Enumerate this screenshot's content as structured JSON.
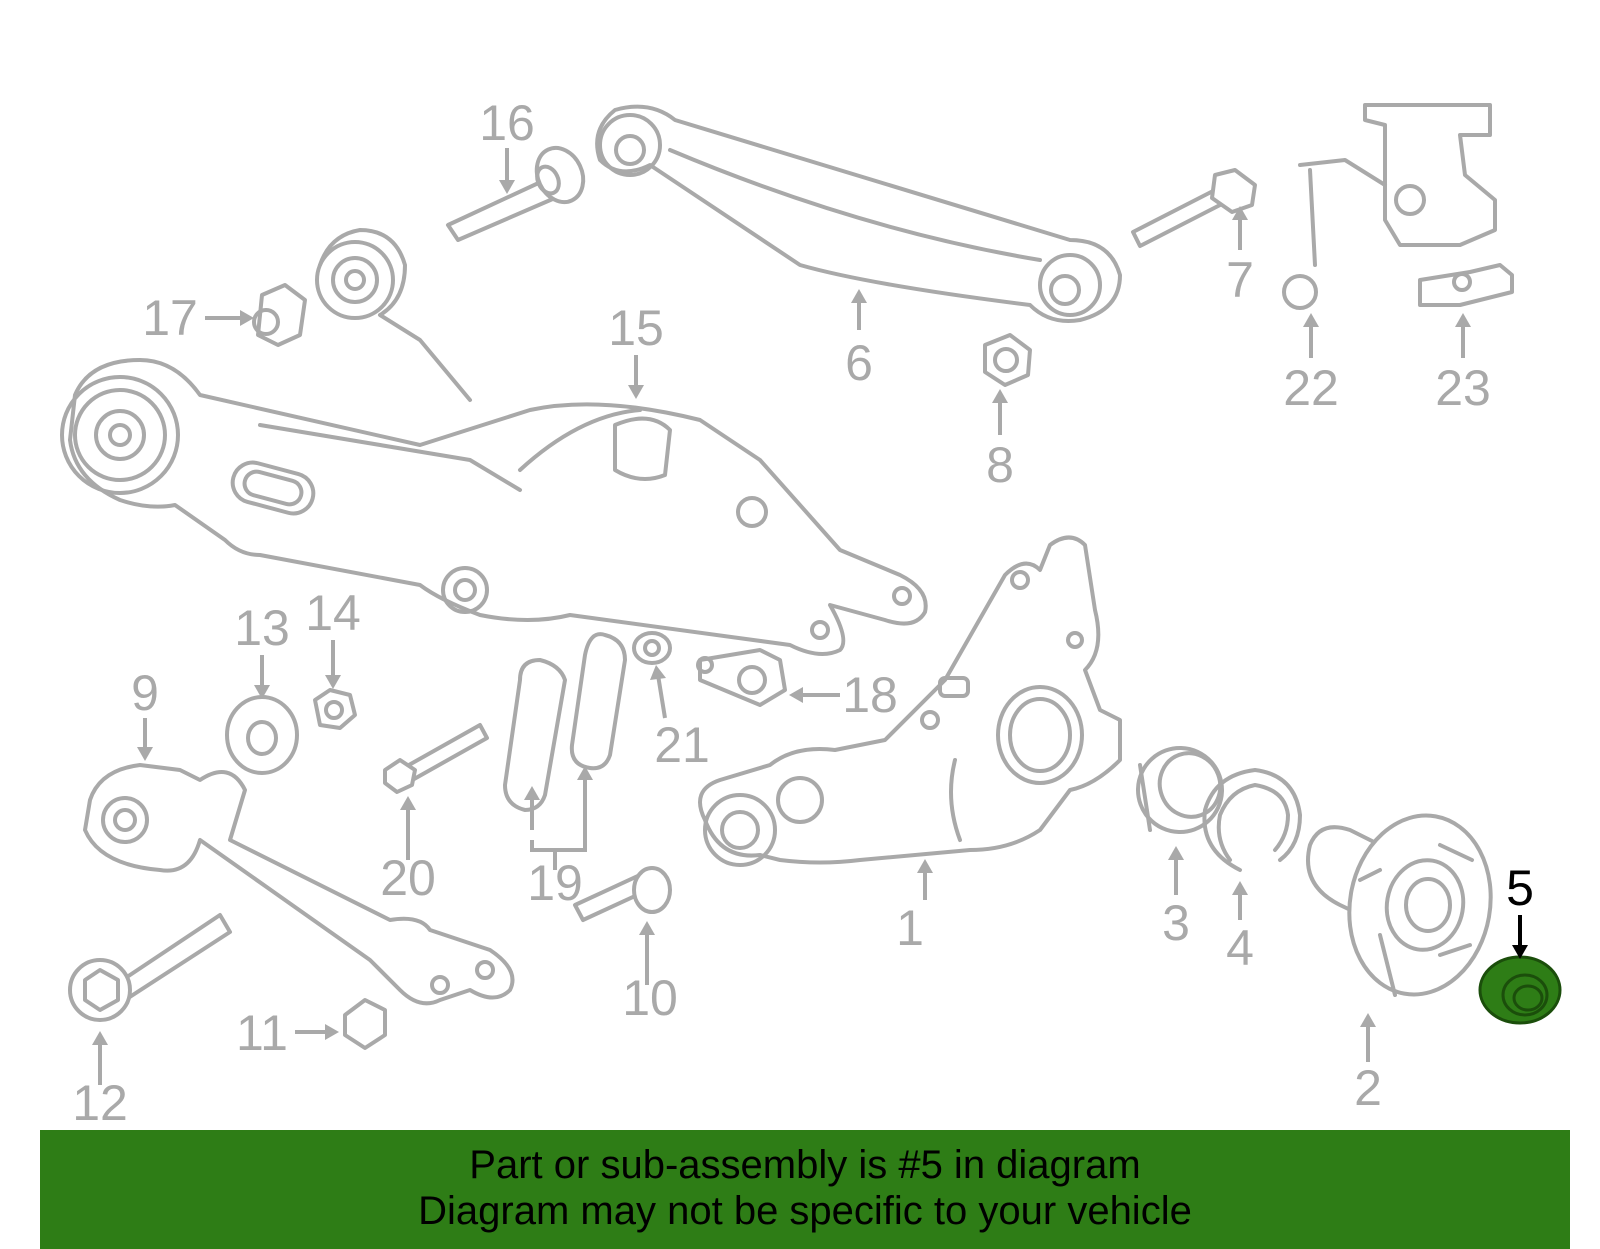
{
  "colors": {
    "line": "#a9a9a9",
    "highlight_fill": "#2e7d16",
    "banner": "#2e7d16",
    "text_highlight": "#000000"
  },
  "callouts": [
    "1",
    "2",
    "3",
    "4",
    "5",
    "6",
    "7",
    "8",
    "9",
    "10",
    "11",
    "12",
    "13",
    "14",
    "15",
    "16",
    "17",
    "18",
    "19",
    "20",
    "21",
    "22",
    "23"
  ],
  "highlighted_part": "5",
  "banner": {
    "line1": "Part or sub-assembly is #5 in diagram",
    "line2": "Diagram may not be specific to your vehicle"
  }
}
